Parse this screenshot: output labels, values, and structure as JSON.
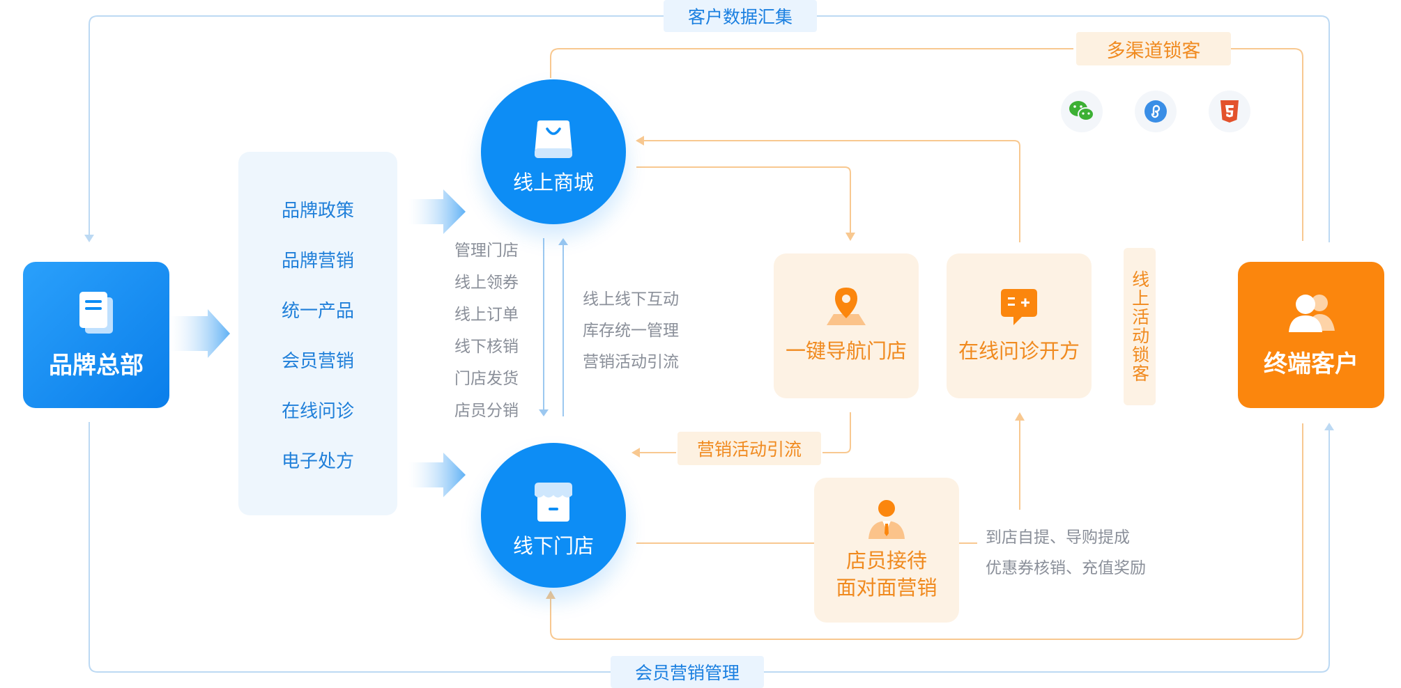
{
  "loops": {
    "top_label": "客户数据汇集",
    "bottom_label": "会员营销管理",
    "orange_top_label": "多渠道锁客"
  },
  "hq": {
    "label": "品牌总部",
    "icon": "document-icon"
  },
  "customer": {
    "label": "终端客户",
    "icon": "users-icon"
  },
  "policies": [
    "品牌政策",
    "品牌营销",
    "统一产品",
    "会员营销",
    "在线问诊",
    "电子处方"
  ],
  "online_mall": {
    "label": "线上商城",
    "icon": "shopping-bag-icon"
  },
  "offline_store": {
    "label": "线下门店",
    "icon": "storefront-icon"
  },
  "store_functions": [
    "管理门店",
    "线上领券",
    "线上订单",
    "线下核销",
    "门店发货",
    "店员分销"
  ],
  "interactions": [
    "线上线下互动",
    "库存统一管理",
    "营销活动引流"
  ],
  "navigate_card": {
    "label": "一键导航门店",
    "icon": "location-pin-icon"
  },
  "consult_card": {
    "label": "在线问诊开方",
    "icon": "chat-prescription-icon"
  },
  "vertical_label": "线上活动锁客",
  "marketing_pill": "营销活动引流",
  "clerk_card": {
    "line1": "店员接待",
    "line2": "面对面营销",
    "icon": "clerk-icon"
  },
  "clerk_notes": [
    "到店自提、导购提成",
    "优惠券核销、充值奖励"
  ],
  "channels": [
    {
      "name": "wechat-icon",
      "color": "#3cb034"
    },
    {
      "name": "mini-program-icon",
      "color": "#3a8ee6"
    },
    {
      "name": "html5-icon",
      "color": "#e3522c"
    }
  ],
  "colors": {
    "blue": "#0d8df5",
    "orange": "#fb860d",
    "line_blue": "#bcd9f3",
    "line_orange": "#f8c890"
  }
}
